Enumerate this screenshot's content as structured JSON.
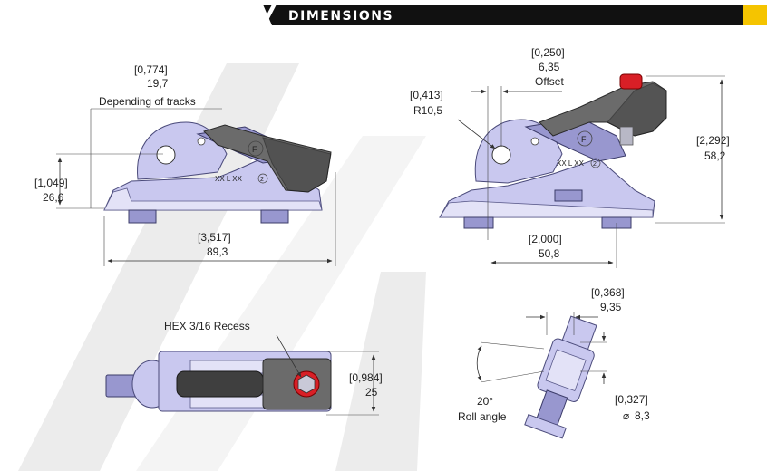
{
  "header": {
    "title": "DIMENSIONS",
    "accent_color": "#f5c400",
    "bar_color": "#111111"
  },
  "views": {
    "side_left": {
      "width_label": "Depending of tracks",
      "width_in": "[0,774]",
      "width_mm": "19,7",
      "height_in": "[1,049]",
      "height_mm": "26,6",
      "length_in": "[3,517]",
      "length_mm": "89,3",
      "marking": "XX L XX",
      "marking_circle": "2",
      "logo": "F"
    },
    "side_right": {
      "offset_in": "[0,250]",
      "offset_mm": "6,35",
      "offset_label": "Offset",
      "radius_in": "[0,413]",
      "radius_mm": "R10,5",
      "height_in": "[2,292]",
      "height_mm": "58,2",
      "spacing_in": "[2,000]",
      "spacing_mm": "50,8",
      "marking": "XX L XX",
      "marking_circle": "2",
      "logo": "F"
    },
    "top_view": {
      "hex_label": "HEX 3/16 Recess",
      "width_in": "[0,984]",
      "width_mm": "25"
    },
    "front_view": {
      "top_in": "[0,368]",
      "top_mm": "9,35",
      "angle_label": "20°",
      "angle_caption": "Roll angle",
      "dia_in": "[0,327]",
      "dia_mm": "8,3",
      "dia_symbol": "⌀"
    }
  }
}
